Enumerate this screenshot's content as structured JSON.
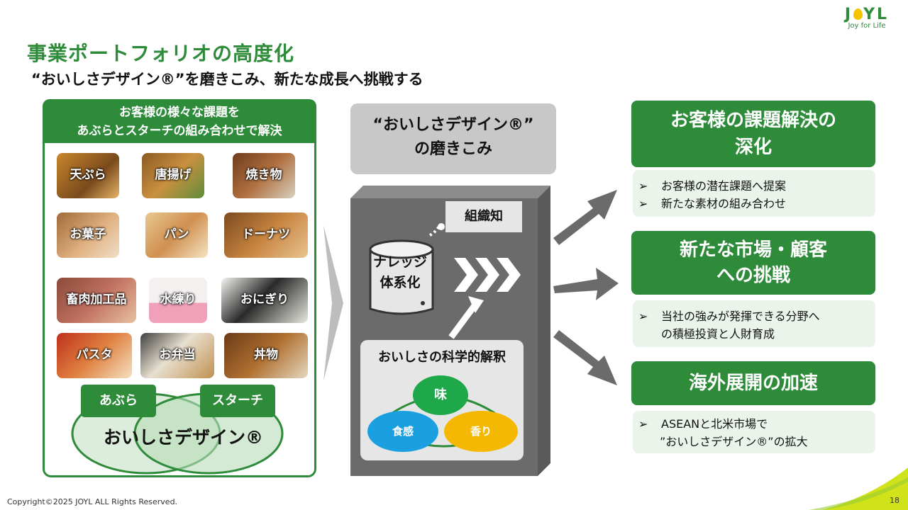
{
  "header": {
    "title": "事業ポートフォリオの高度化",
    "subtitle": "“おいしさデザイン®”を磨きこみ、新たな成長へ挑戦する"
  },
  "logo": {
    "word_left": "J",
    "word_right": "YL",
    "tagline": "Joy for Life"
  },
  "left_panel": {
    "header_line1": "お客様の様々な課題を",
    "header_line2": "あぶらとスターチの組み合わせで解決",
    "foods": [
      "天ぷら",
      "唐揚げ",
      "焼き物",
      "お菓子",
      "パン",
      "ドーナツ",
      "畜肉加工品",
      "水練り",
      "おにぎり",
      "パスタ",
      "お弁当",
      "丼物"
    ],
    "oil_label": "あぶら",
    "starch_label": "スターチ",
    "brand_text": "おいしさデザイン®"
  },
  "middle": {
    "migaki_line1": "“おいしさデザイン®”",
    "migaki_line2": "の磨きこみ",
    "soshiki": "組織知",
    "knowledge_line1": "ナレッジ",
    "knowledge_line2": "体系化",
    "science_title": "おいしさの科学的解釈",
    "taste": "味",
    "texture": "食感",
    "aroma": "香り"
  },
  "right": {
    "section1_line1": "お客様の課題解決の",
    "section1_line2": "深化",
    "section1_bullets": [
      "お客様の潜在課題へ提案",
      "新たな素材の組み合わせ"
    ],
    "section2_line1": "新たな市場・顧客",
    "section2_line2": "への挑戦",
    "section2_bullet_line1": "当社の強みが発揮できる分野へ",
    "section2_bullet_line2": "の積極投資と人財育成",
    "section3_title": "海外展開の加速",
    "section3_bullet_line1": "ASEANと北米市場で",
    "section3_bullet_line2": "”おいしさデザイン®”の拡大",
    "bullet_mark": "➢"
  },
  "footer": {
    "copyright": "Copyright©2025 JOYL ALL Rights Reserved.",
    "page": "18"
  },
  "colors": {
    "brand_green": "#2e8b3a",
    "gray": "#c8c8c8",
    "taste": "#1ea84a",
    "texture": "#1aa0e0",
    "aroma": "#f5b800"
  }
}
